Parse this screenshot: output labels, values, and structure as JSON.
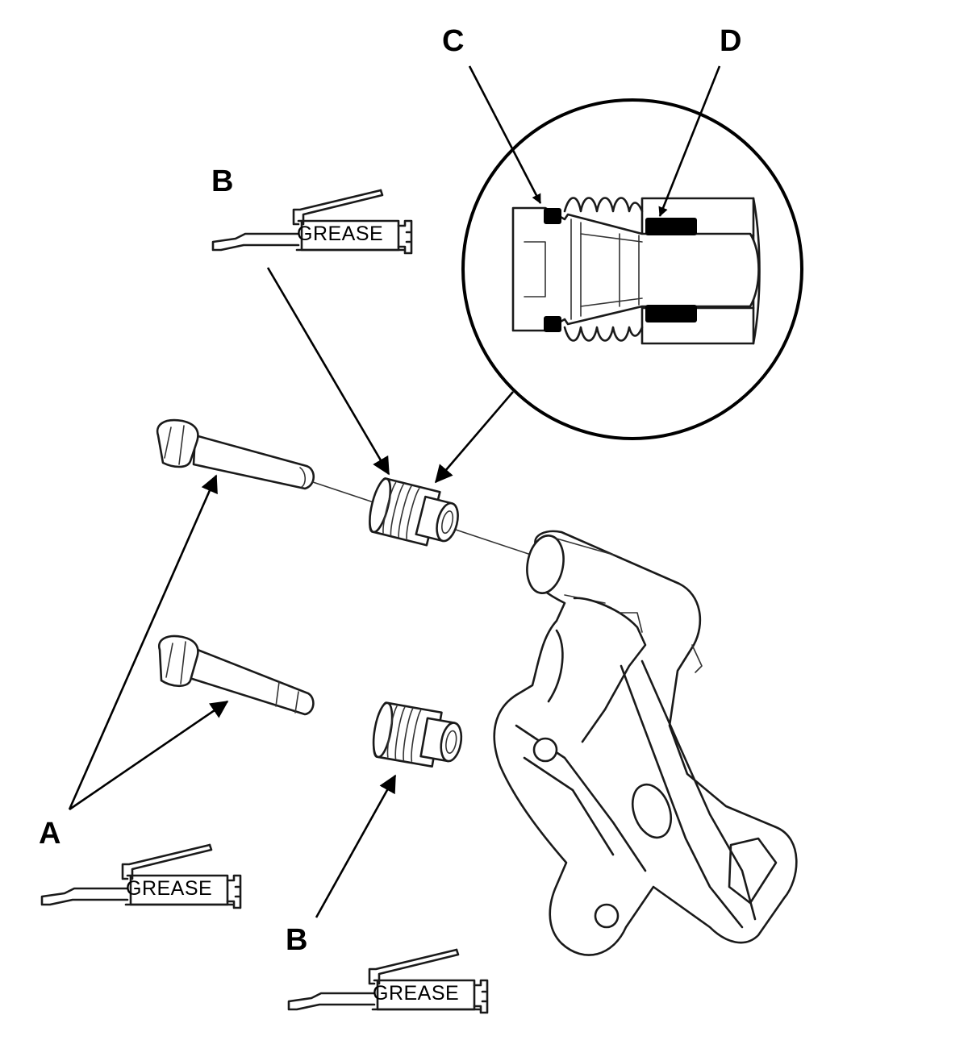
{
  "callouts": {
    "a": "A",
    "b_top": "B",
    "b_bottom": "B",
    "c": "C",
    "d": "D"
  },
  "grease_labels": {
    "top": "GREASE",
    "left": "GREASE",
    "bottom": "GREASE"
  },
  "icons": [
    "grease-gun-icon"
  ]
}
